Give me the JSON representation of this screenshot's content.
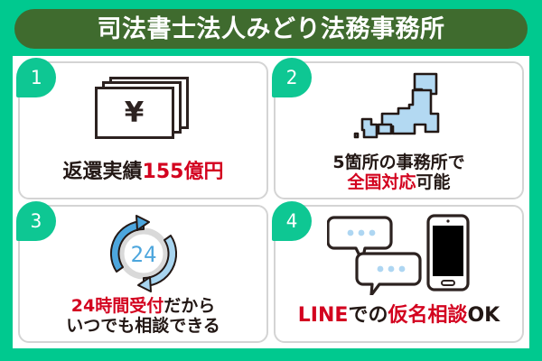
{
  "header": {
    "title": "司法書士法人みどり法務事務所"
  },
  "theme": {
    "background_green": "#00c98f",
    "header_bar_green": "#3f6b2e",
    "badge_green": "#0ec793",
    "accent_red": "#d3021f",
    "text_dark": "#231815",
    "card_border": "#d4d4d4",
    "map_blue": "#b3d9f2",
    "arrow_blue_dark": "#4da6dd",
    "arrow_blue_light": "#a8d5f0"
  },
  "cards": [
    {
      "number": "1",
      "icon": "yen-banknotes-icon",
      "icon_symbol": "¥",
      "lines": [
        {
          "segments": [
            {
              "text": "返還実績",
              "style": "dark"
            },
            {
              "text": "155億円",
              "style": "red"
            }
          ]
        }
      ]
    },
    {
      "number": "2",
      "icon": "japan-map-icon",
      "lines": [
        {
          "segments": [
            {
              "text": "5箇所の事務所で",
              "style": "dark"
            }
          ]
        },
        {
          "segments": [
            {
              "text": "全国対応",
              "style": "red"
            },
            {
              "text": "可能",
              "style": "dark"
            }
          ]
        }
      ]
    },
    {
      "number": "3",
      "icon": "24-hour-cycle-icon",
      "icon_label": "24",
      "lines": [
        {
          "segments": [
            {
              "text": "24時間受付",
              "style": "red"
            },
            {
              "text": "だから",
              "style": "dark"
            }
          ]
        },
        {
          "segments": [
            {
              "text": "いつでも相談できる",
              "style": "dark"
            }
          ]
        }
      ]
    },
    {
      "number": "4",
      "icon": "chat-bubbles-smartphone-icon",
      "lines": [
        {
          "segments": [
            {
              "text": "LINE",
              "style": "red"
            },
            {
              "text": "での",
              "style": "dark"
            },
            {
              "text": "仮名相談",
              "style": "red"
            },
            {
              "text": "OK",
              "style": "dark"
            }
          ]
        }
      ]
    }
  ]
}
